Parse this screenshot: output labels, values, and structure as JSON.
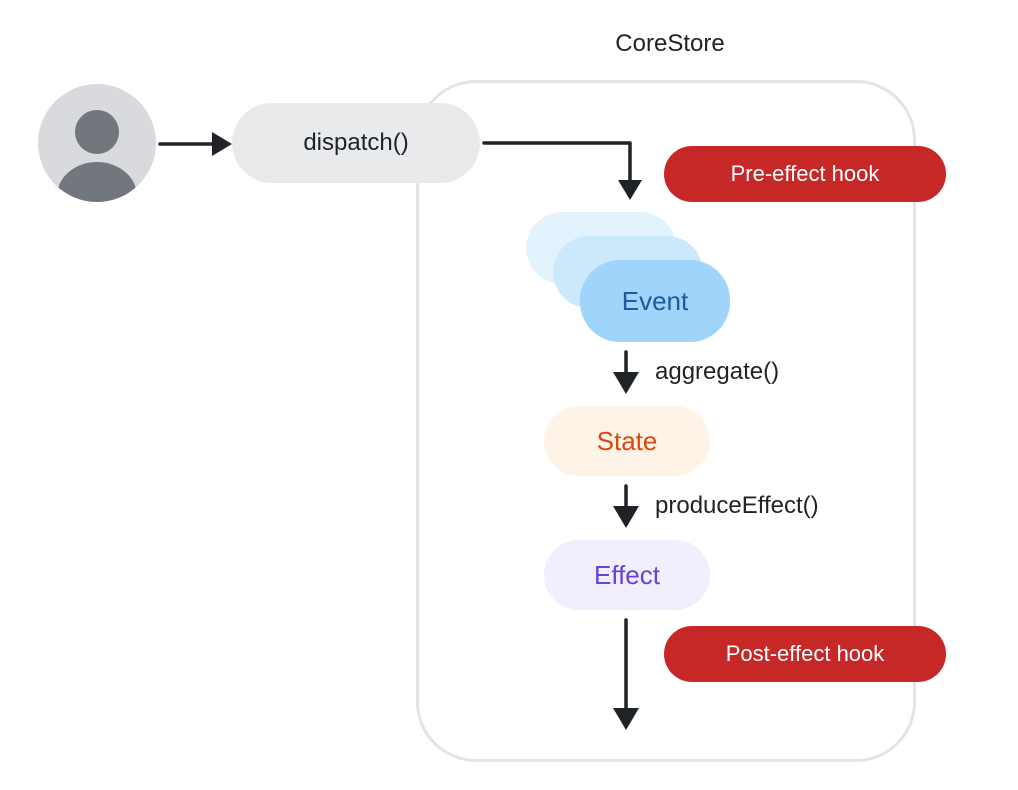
{
  "store": {
    "title": "CoreStore"
  },
  "actor": {
    "icon": "user-avatar-icon"
  },
  "nodes": {
    "dispatch": "dispatch()",
    "event": "Event",
    "state": "State",
    "effect": "Effect"
  },
  "hooks": {
    "pre": "Pre-effect hook",
    "post": "Post-effect hook"
  },
  "edges": {
    "aggregate": "aggregate()",
    "produce_effect": "produceEffect()"
  },
  "colors": {
    "hook": "#c62828",
    "event": "#9fd4fb",
    "state_text": "#d9480f",
    "effect_text": "#6741d9",
    "store_border": "#e1e4e8",
    "arrow": "#1f2328"
  }
}
